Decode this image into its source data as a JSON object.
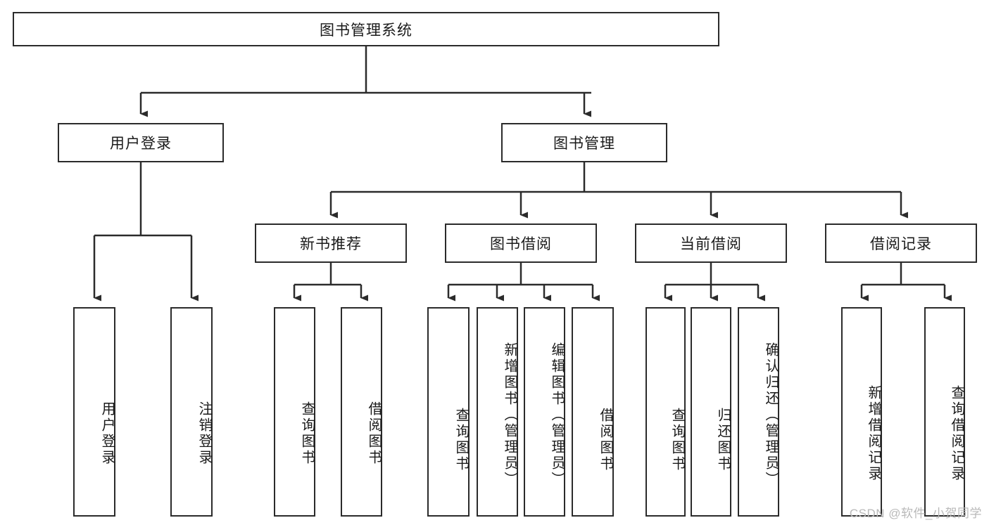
{
  "diagram": {
    "title": "图书管理系统",
    "watermark": "CSDN @软件_小贺同学",
    "colors": {
      "box_border": "#2b2b2b",
      "connector": "#2b2b2b",
      "text": "#1a1a1a",
      "background": "#ffffff",
      "watermark": "#b9b9b9"
    },
    "root": {
      "label": "图书管理系统"
    },
    "level2": [
      {
        "label": "用户登录"
      },
      {
        "label": "图书管理"
      }
    ],
    "level3": [
      {
        "label": "新书推荐"
      },
      {
        "label": "图书借阅"
      },
      {
        "label": "当前借阅"
      },
      {
        "label": "借阅记录"
      }
    ],
    "leaves": {
      "user_login": [
        {
          "label": "用户登录"
        },
        {
          "label": "注销登录"
        }
      ],
      "new_book_recommend": [
        {
          "label": "查询图书"
        },
        {
          "label": "借阅图书"
        }
      ],
      "book_borrow": [
        {
          "label": "查询图书"
        },
        {
          "label": "新增图书（管理员）"
        },
        {
          "label": "编辑图书（管理员）"
        },
        {
          "label": "借阅图书"
        }
      ],
      "current_borrow": [
        {
          "label": "查询图书"
        },
        {
          "label": "归还图书"
        },
        {
          "label": "确认归还（管理员）"
        }
      ],
      "borrow_record": [
        {
          "label": "新增借阅记录"
        },
        {
          "label": "查询借阅记录"
        }
      ]
    }
  }
}
